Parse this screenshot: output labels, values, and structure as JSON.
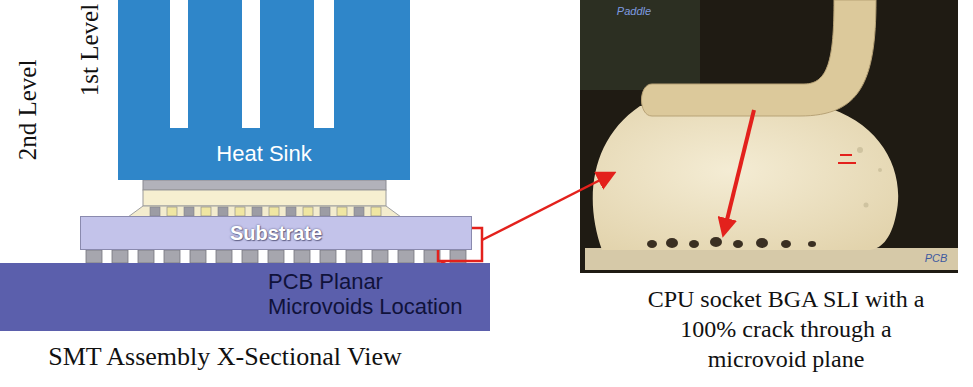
{
  "diagram": {
    "nodes": [
      {
        "text": [
          "Heat Sink"
        ]
      },
      {
        "text": [
          "Substrate"
        ]
      },
      {
        "text": [
          "PCB Planar Microvoids Location"
        ]
      }
    ],
    "labels": [
      "2nd Level",
      "1st Level",
      "SMT Assembly X-Sectional View",
      "Paddle",
      "PCB",
      "CPU socket BGA SLI with a 100% crack through a microvoid plane"
    ]
  }
}
